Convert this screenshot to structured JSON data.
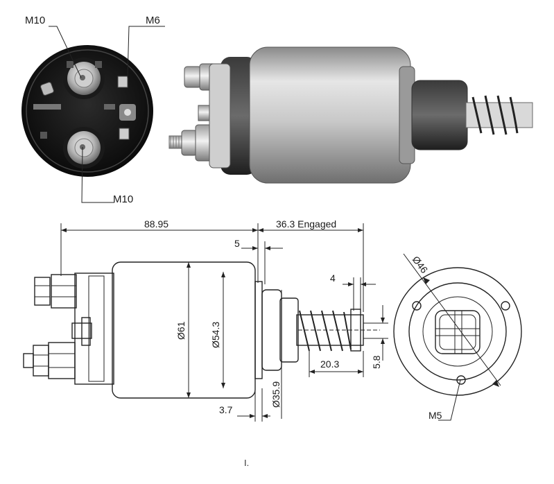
{
  "photo_labels": {
    "top_left": "M10",
    "top_right": "M6",
    "bottom": "M10"
  },
  "dimensions": {
    "overall_length": "88.95",
    "engaged": "36.3 Engaged",
    "step_5": "5",
    "step_4": "4",
    "body_dia": "Ø61",
    "inner_dia": "Ø54.3",
    "boss_dia": "Ø35.9",
    "offset_3_7": "3.7",
    "plunger_len": "20.3",
    "slot_5_8": "5.8",
    "flange_dia": "Ø46",
    "mount_screw": "M5"
  },
  "footer": "I."
}
